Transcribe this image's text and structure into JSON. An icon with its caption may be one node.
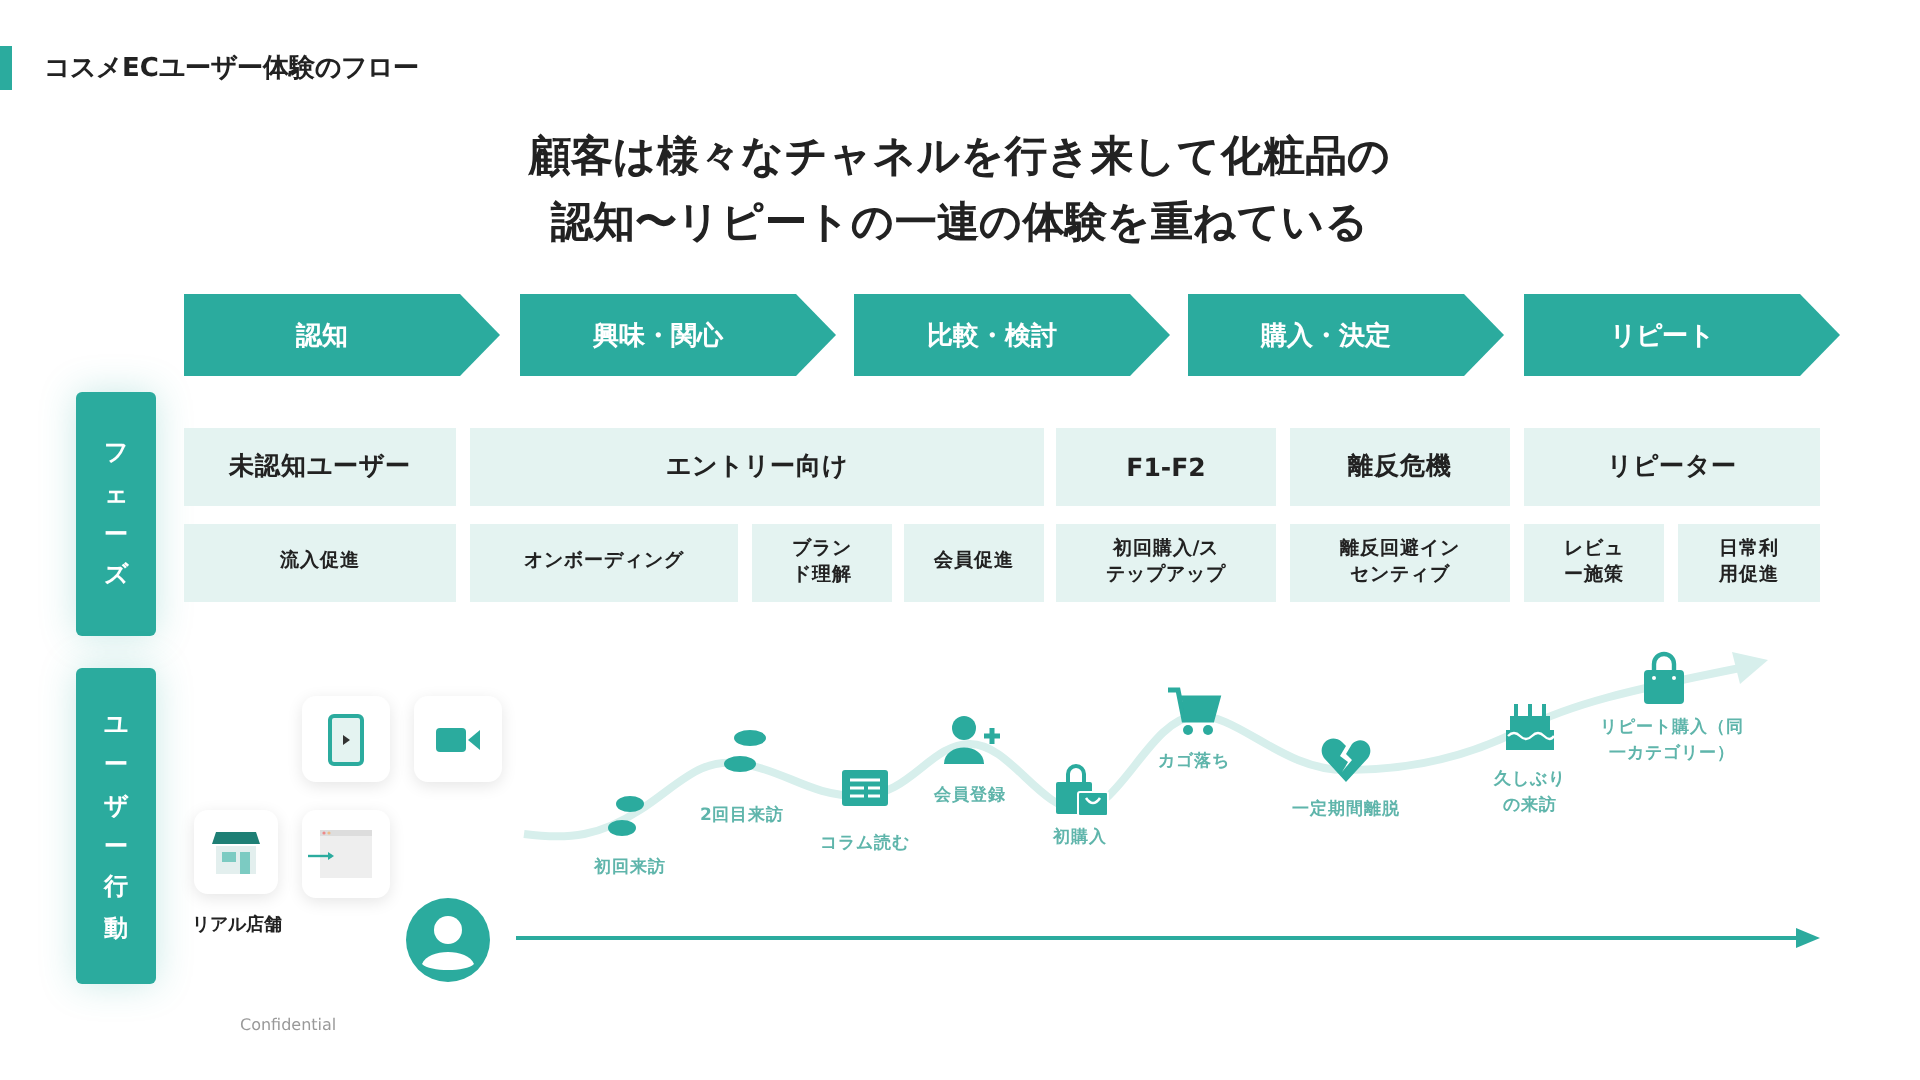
{
  "diagram": {
    "title": "顧客は様々なチャネルを行き来して化粧品の認知〜リピートの一連の体験を重ねている",
    "nodes": [
      {
        "text": [
          "認知"
        ]
      },
      {
        "text": [
          "興味・関心"
        ]
      },
      {
        "text": [
          "比較・検討"
        ]
      },
      {
        "text": [
          "購入・決定"
        ]
      },
      {
        "text": [
          "リピート"
        ]
      },
      {
        "text": [
          "フェーズ"
        ]
      },
      {
        "text": [
          "未認知ユーザー"
        ]
      },
      {
        "text": [
          "エントリー向け"
        ]
      },
      {
        "text": [
          "F1-F2"
        ]
      },
      {
        "text": [
          "離反危機"
        ]
      },
      {
        "text": [
          "リピーター"
        ]
      },
      {
        "text": [
          "流入促進"
        ]
      },
      {
        "text": [
          "オンボーディング"
        ]
      },
      {
        "text": [
          "ブランド理解"
        ]
      },
      {
        "text": [
          "会員促進"
        ]
      },
      {
        "text": [
          "初回購入/ステップアップ"
        ]
      },
      {
        "text": [
          "離反回避インセンティブ"
        ]
      },
      {
        "text": [
          "レビュー施策"
        ]
      },
      {
        "text": [
          "日常利用促進"
        ]
      },
      {
        "text": [
          "ユーザー行動"
        ]
      }
    ],
    "labels": [
      "コスメECユーザー体験のフロー",
      "リアル店舗",
      "初回来訪",
      "2回目来訪",
      "コラム読む",
      "会員登録",
      "初購入",
      "カゴ落ち",
      "一定期間離脱",
      "久しぶりの来訪",
      "リピート購入（同一カテゴリー）",
      "Confidential"
    ]
  }
}
